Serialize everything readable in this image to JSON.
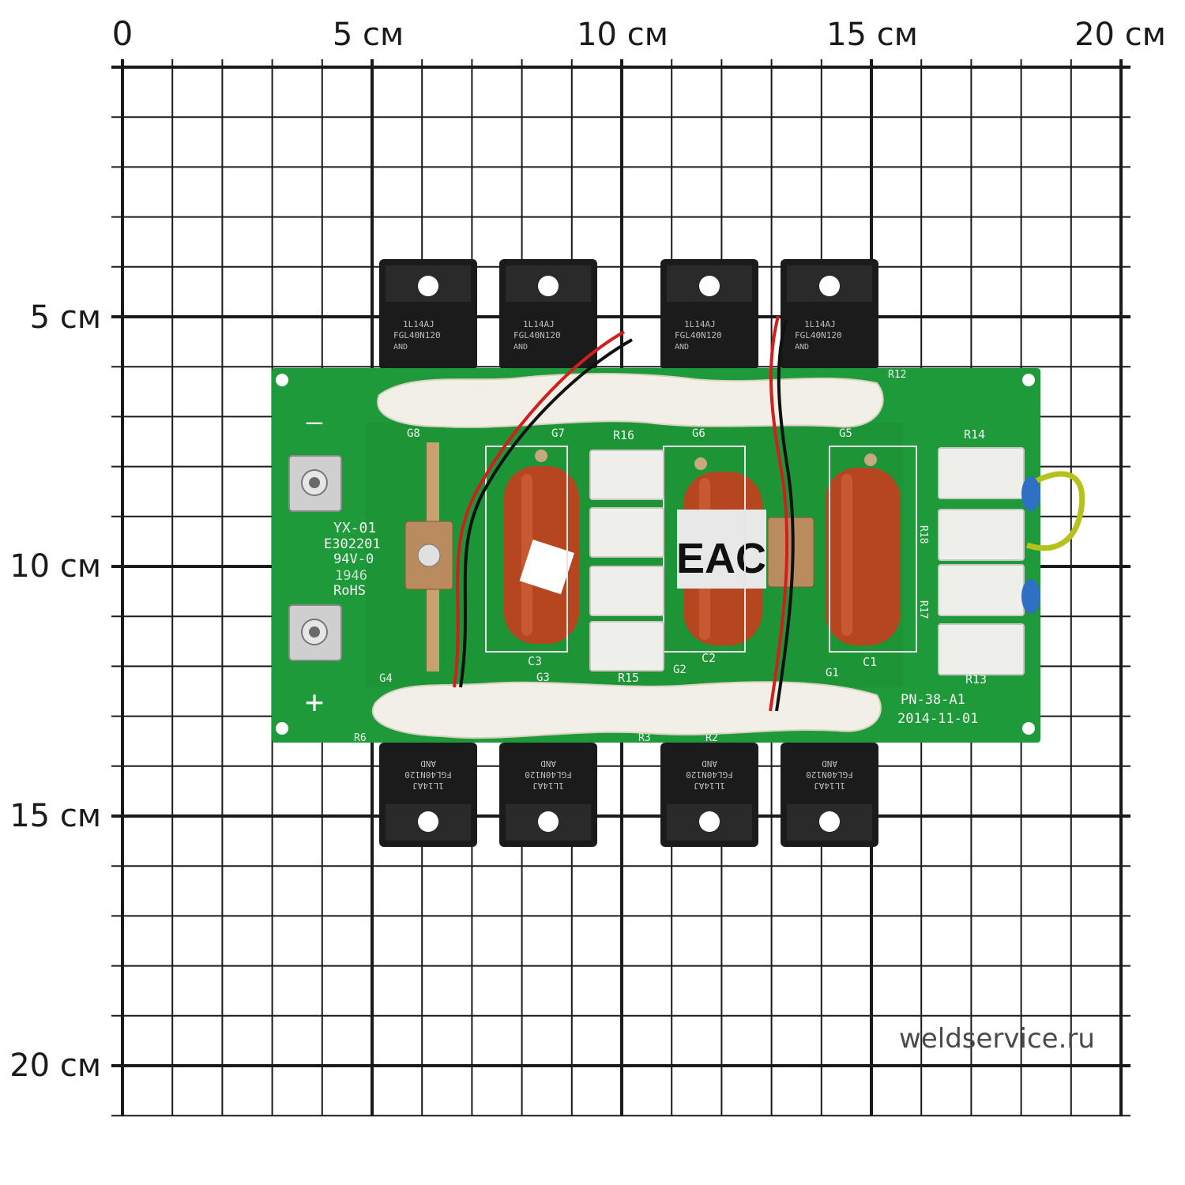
{
  "scale": {
    "top_labels": [
      "0",
      "5 см",
      "10 см",
      "15 см",
      "20 см"
    ],
    "left_labels": [
      "5 см",
      "10 см",
      "15 см",
      "20 см"
    ]
  },
  "colors": {
    "grid": "#1a1a1a",
    "pcb": "#1f9a3a",
    "pcb_dark": "#15802c",
    "capacitor": "#b5461f",
    "glue": "#f2efe6",
    "transistor": "#1b1b1b",
    "tab": "#8e8e8e"
  },
  "board": {
    "polarity_minus": "—",
    "polarity_plus": "+",
    "silk_lines": [
      "YX-01",
      "E302201",
      "94V-0",
      "1946",
      "RoHS"
    ],
    "model": "PN-38-A1",
    "date": "2014-11-01",
    "capacitor_labels": [
      "C3",
      "C2",
      "C1"
    ],
    "resistor_labels": [
      "R16",
      "R15",
      "R14",
      "R13",
      "R18",
      "R17",
      "R12",
      "R6",
      "R3",
      "R2"
    ],
    "gate_labels_top": [
      "G8",
      "G7",
      "G6",
      "G5"
    ],
    "gate_labels_bottom": [
      "G4",
      "G3",
      "G2",
      "G1"
    ],
    "eac_mark": "EAC"
  },
  "transistor": {
    "line1": "1L14AJ",
    "line2": "FGL40N120",
    "line3": "AND"
  },
  "watermark": "weldservice.ru"
}
